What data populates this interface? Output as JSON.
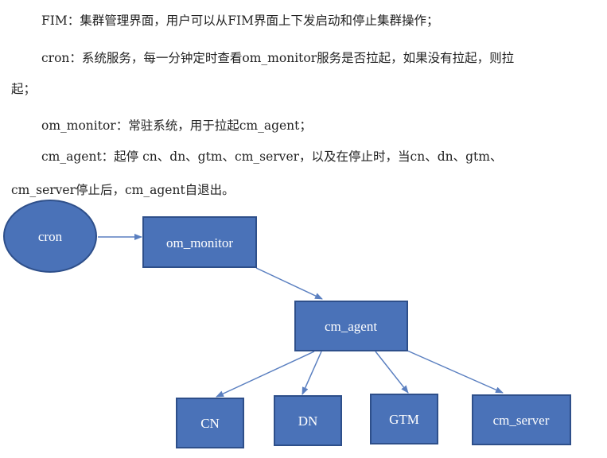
{
  "description": {
    "p1": "FIM：集群管理界面，用户可以从FIM界面上下发启动和停止集群操作；",
    "p2_line1": "cron：系统服务，每一分钟定时查看om_monitor服务是否拉起，如果没有拉起，则拉",
    "p2_line2": "起；",
    "p3": "om_monitor：常驻系统，用于拉起cm_agent；",
    "p4_line1": "cm_agent：起停 cn、dn、gtm、cm_server，以及在停止时，当cn、dn、gtm、",
    "p4_line2": "cm_server停止后，cm_agent自退出。"
  },
  "diagram": {
    "nodes": {
      "cron": "cron",
      "om_monitor": "om_monitor",
      "cm_agent": "cm_agent",
      "cn": "CN",
      "dn": "DN",
      "gtm": "GTM",
      "cm_server": "cm_server"
    },
    "edges": [
      [
        "cron",
        "om_monitor"
      ],
      [
        "om_monitor",
        "cm_agent"
      ],
      [
        "cm_agent",
        "cn"
      ],
      [
        "cm_agent",
        "dn"
      ],
      [
        "cm_agent",
        "gtm"
      ],
      [
        "cm_agent",
        "cm_server"
      ]
    ],
    "colors": {
      "node_fill": "#4a72b8",
      "node_border": "#2e4f8a",
      "arrow": "#5a7fc0"
    }
  }
}
